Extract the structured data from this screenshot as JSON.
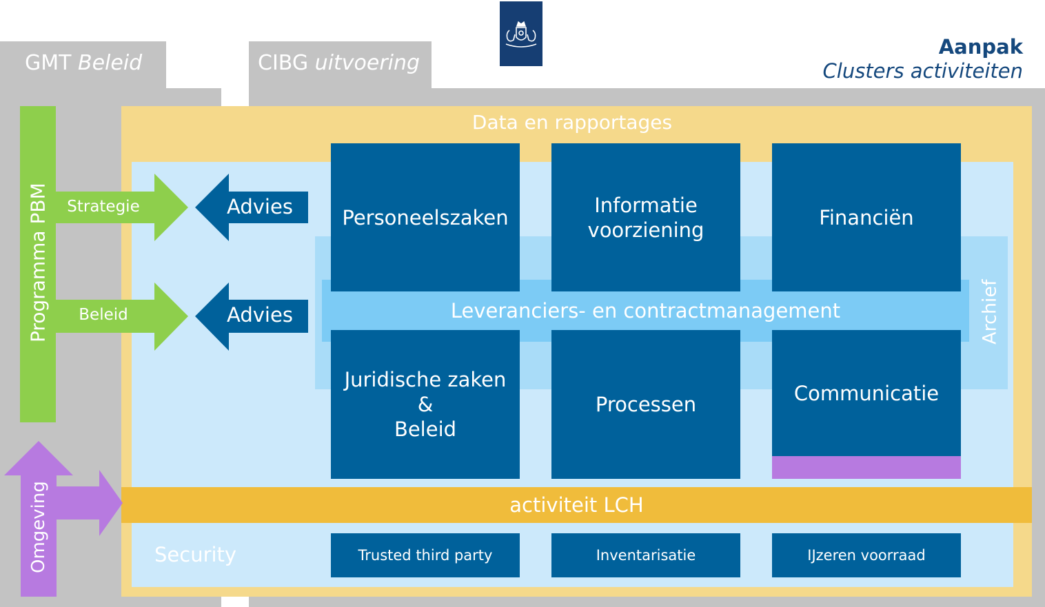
{
  "header": {
    "tab_gmt": {
      "plain": "GMT",
      "italic": "Beleid"
    },
    "tab_cibg": {
      "plain": "CIBG",
      "italic": "uitvoering"
    },
    "title": "Aanpak",
    "subtitle": "Clusters activiteiten"
  },
  "bands": {
    "data": "Data en rapportages",
    "leveranciers": "Leveranciers- en contractmanagement",
    "archief": "Archief",
    "lch": "activiteit LCH",
    "security": "Security"
  },
  "left": {
    "programma": "Programma PBM",
    "strategie": "Strategie",
    "beleid": "Beleid",
    "advies_1": "Advies",
    "advies_2": "Advies",
    "omgeving": "Omgeving"
  },
  "clusters": {
    "personeelszaken": "Personeelszaken",
    "informatie_1": "Informatie",
    "informatie_2": "voorziening",
    "financien": "Financiën",
    "juridisch_1": "Juridische zaken",
    "juridisch_2": "&",
    "juridisch_3": "Beleid",
    "processen": "Processen",
    "communicatie": "Communicatie"
  },
  "bottom": {
    "trusted": "Trusted third party",
    "inventarisatie": "Inventarisatie",
    "ijzeren": "IJzeren voorraad"
  },
  "colors": {
    "gray": "#c3c3c3",
    "yellow": "#f5d98b",
    "lch": "#f0bc3b",
    "light_blue": "#cce9fb",
    "mid_blue": "#a9dcf8",
    "band_blue": "#7ccbf5",
    "tile_blue": "#00619b",
    "green": "#8ecf4c",
    "purple": "#b77ae0",
    "logo_blue": "#163e73",
    "title_blue": "#15487d"
  },
  "logo": {
    "icon": "crest-icon"
  }
}
